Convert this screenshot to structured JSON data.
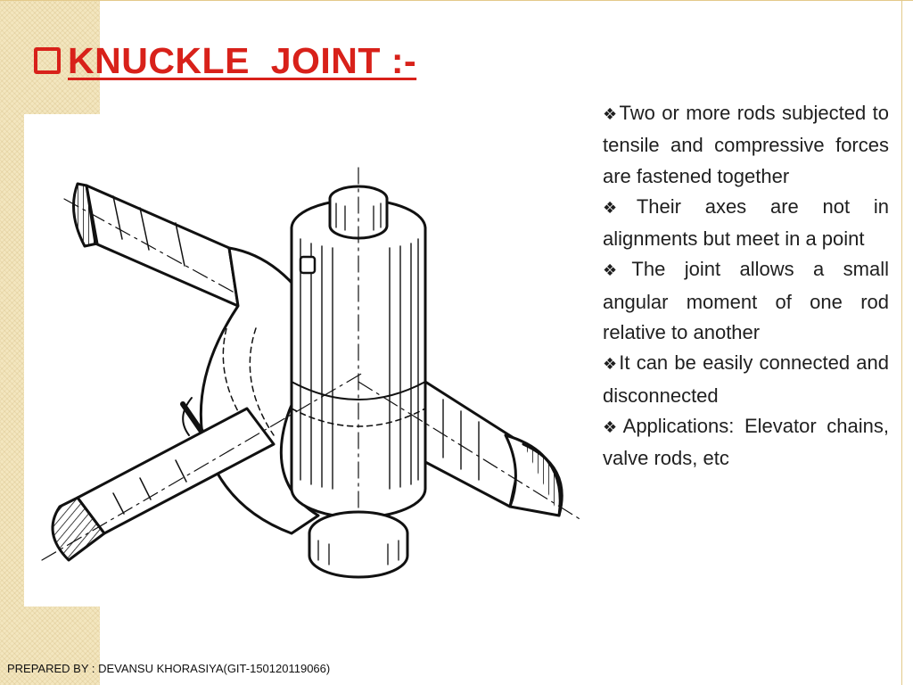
{
  "slide": {
    "title_bullet_icon": "square-bullet-icon",
    "title": "KNUCKLE  JOINT :-",
    "accent_color": "#d8211a",
    "figure_icon": "knuckle-joint-drawing",
    "bullet_icon": "four-diamond-bullet-icon",
    "bullets": [
      "Two or more rods subjected to tensile and compressive forces are fastened together",
      "Their axes are not in alignments but meet in a point",
      "The joint allows a small angular moment of one rod relative to another",
      "It can be easily connected and disconnected",
      "Applications: Elevator chains, valve rods, etc"
    ],
    "footer": "PREPARED BY : DEVANSU KHORASIYA(GIT-150120119066)"
  }
}
